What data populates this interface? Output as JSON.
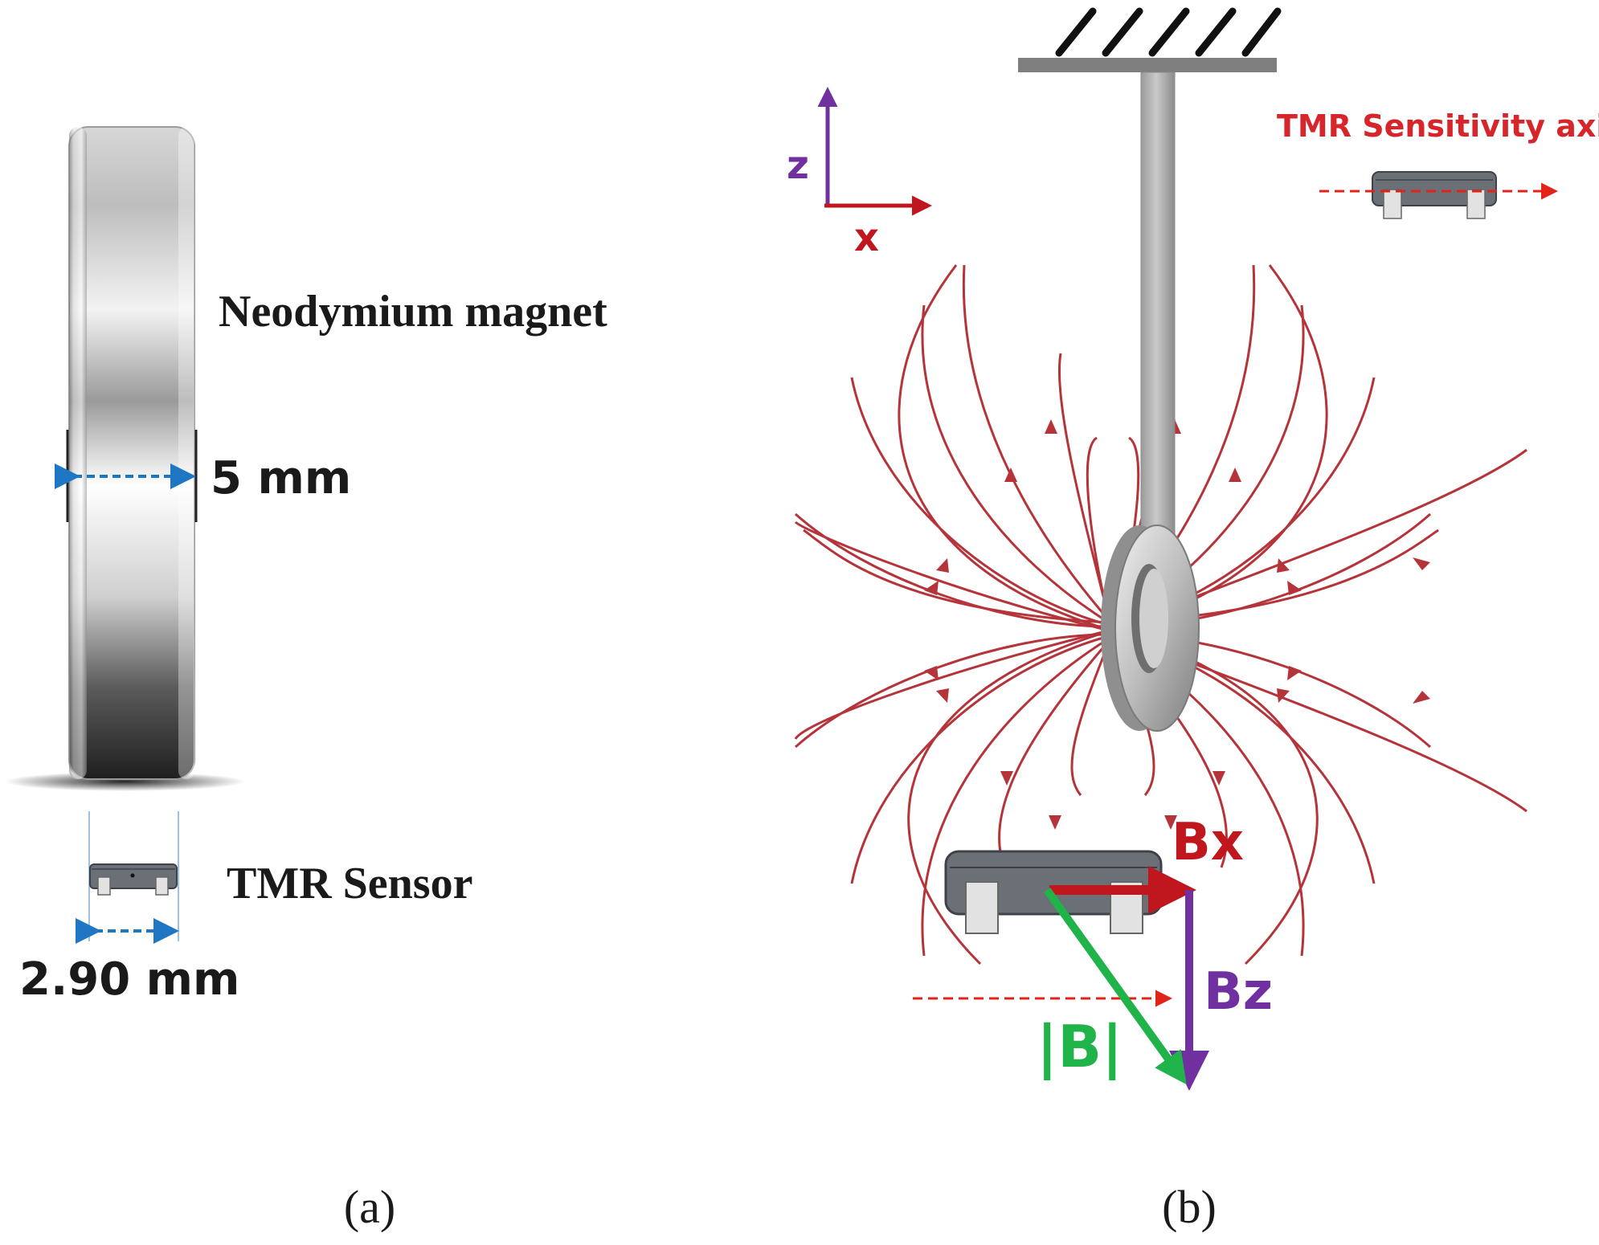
{
  "panel_a": {
    "magnet_label": "Neodymium magnet",
    "thickness_label": "5 mm",
    "sensor_label": "TMR Sensor",
    "sensor_width_label": "2.90 mm",
    "caption": "(a)"
  },
  "panel_b": {
    "axis_z": "z",
    "axis_x": "x",
    "sensitivity_label": "TMR Sensitivity axis",
    "bx_label": "Bx",
    "bz_label": "Bz",
    "b_mag_label": "|B|",
    "caption": "(b)"
  },
  "colors": {
    "field_lines": "#b5343a",
    "dim_arrow": "#1f77c4",
    "x_axis": "#c0161d",
    "z_axis": "#7030a0",
    "b_vector": "#1fb34a",
    "sensitivity": "#e2231a"
  }
}
